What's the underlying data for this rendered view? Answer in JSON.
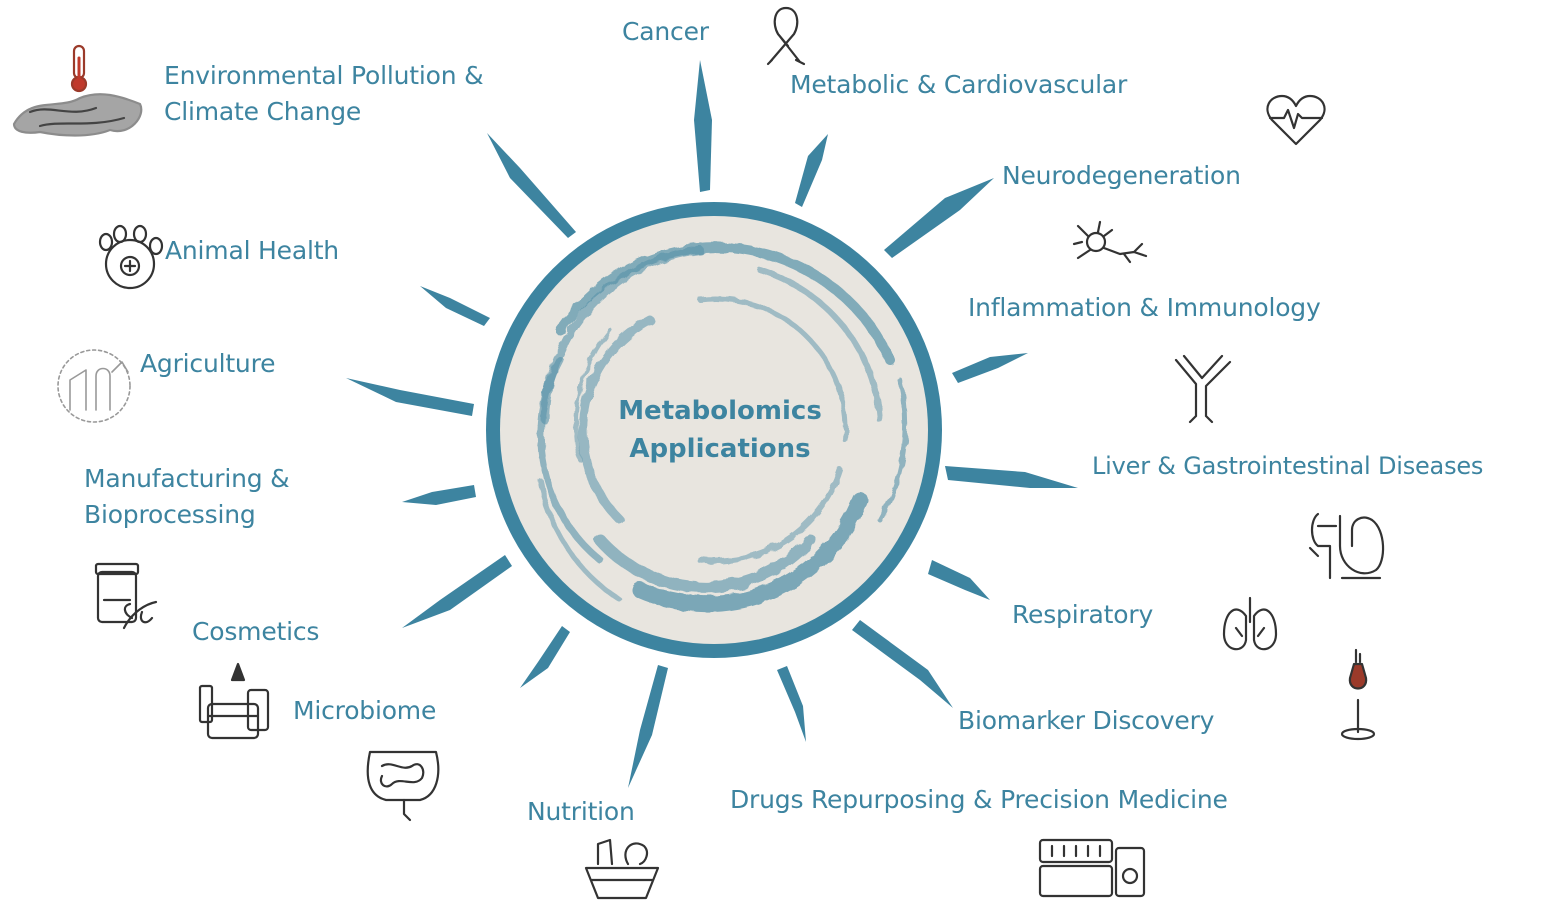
{
  "center": {
    "line1": "Metabolomics",
    "line2": "Applications"
  },
  "applications": [
    {
      "label": "Cancer",
      "icon": "ribbon-icon"
    },
    {
      "label": "Metabolic & Cardiovascular",
      "icon": "heart-pulse-icon"
    },
    {
      "label": "Neurodegeneration",
      "icon": "neuron-icon"
    },
    {
      "label": "Inflammation & Immunology",
      "icon": "antibody-icon"
    },
    {
      "label": "Liver & Gastrointestinal Diseases",
      "icon": "digestive-organs-icon"
    },
    {
      "label": "Respiratory",
      "icon": "lungs-icon"
    },
    {
      "label": "Biomarker Discovery",
      "icon": "flask-target-icon"
    },
    {
      "label": "Drugs Repurposing & Precision Medicine",
      "icon": "pills-icon"
    },
    {
      "label": "Nutrition",
      "icon": "food-basket-icon"
    },
    {
      "label": "Microbiome",
      "icon": "intestine-icon"
    },
    {
      "label": "Cosmetics",
      "icon": "cosmetics-icon"
    },
    {
      "label": "Manufacturing &",
      "label2": "Bioprocessing",
      "icon": "jar-plant-icon"
    },
    {
      "label": "Agriculture",
      "icon": "agriculture-icon"
    },
    {
      "label": "Animal Health",
      "icon": "paw-icon"
    },
    {
      "label": "Environmental Pollution &",
      "label2": "Climate Change",
      "icon": "thermometer-pollution-icon"
    }
  ],
  "colors": {
    "accent": "#3d84a0",
    "circle_fill": "#e8e5df",
    "icon_stroke": "#333333"
  }
}
